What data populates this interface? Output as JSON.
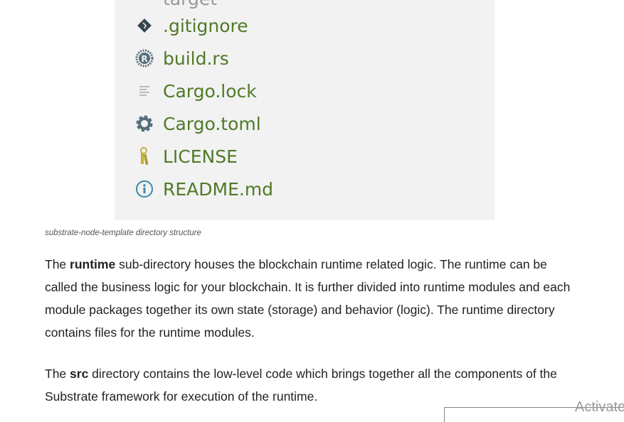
{
  "tree": {
    "items": [
      {
        "label": "target",
        "icon": "folder-icon"
      },
      {
        "label": ".gitignore",
        "icon": "git-icon"
      },
      {
        "label": "build.rs",
        "icon": "rust-icon"
      },
      {
        "label": "Cargo.lock",
        "icon": "lines-icon"
      },
      {
        "label": "Cargo.toml",
        "icon": "gear-icon"
      },
      {
        "label": "LICENSE",
        "icon": "keys-icon"
      },
      {
        "label": "README.md",
        "icon": "info-icon"
      }
    ]
  },
  "caption": "substrate-node-template directory structure",
  "p1": {
    "pre": "The ",
    "bold": "runtime",
    "post": " sub-directory houses the blockchain runtime related logic. The runtime can be called the business logic for your blockchain. It is further divided into runtime modules and each module packages together its own state (storage) and behavior (logic). The runtime directory contains files for the runtime modules."
  },
  "p2": {
    "pre": "The ",
    "bold": "src",
    "post": " directory contains the low-level code which brings together all the components of the Substrate framework for execution of the runtime."
  },
  "watermark": "Activate"
}
